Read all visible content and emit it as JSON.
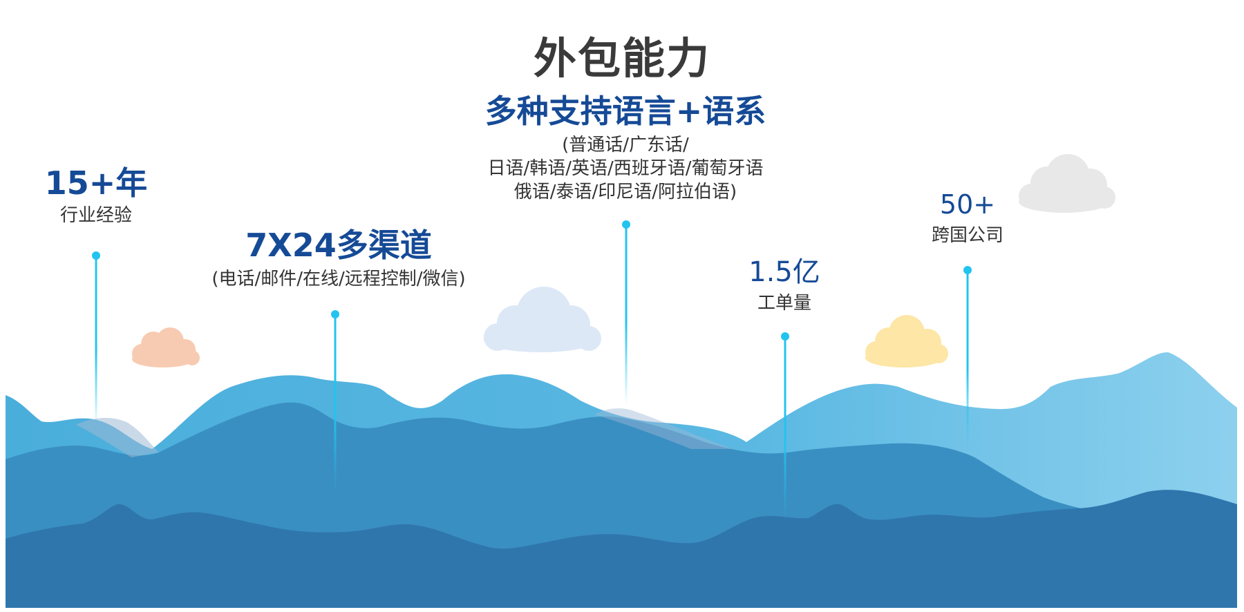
{
  "title": "外包能力",
  "colors": {
    "heading": "#154a96",
    "pin": "#22c4ef",
    "mountain_back": "#4aaedb",
    "mountain_mid": "#3a8fc2",
    "mountain_front": "#2f76ad",
    "cloud_peach": "#f7cbb2",
    "cloud_blue": "#dce8f6",
    "cloud_yellow": "#fde6a6",
    "cloud_grey": "#e8e8e8"
  },
  "callouts": [
    {
      "heading": "15+年",
      "sub": [
        "行业经验"
      ]
    },
    {
      "heading": "7X24多渠道",
      "sub": [
        "(电话/邮件/在线/远程控制/微信)"
      ]
    },
    {
      "heading": "多种支持语言+语系",
      "sub": [
        "(普通话/广东话/",
        "日语/韩语/英语/西班牙语/葡萄牙语",
        "俄语/泰语/印尼语/阿拉伯语)"
      ]
    },
    {
      "heading": "1.5亿",
      "sub": [
        "工单量"
      ]
    },
    {
      "heading": "50+",
      "sub": [
        "跨国公司"
      ]
    }
  ],
  "clouds": [
    "cloud_peach",
    "cloud_blue",
    "cloud_yellow",
    "cloud_grey"
  ]
}
